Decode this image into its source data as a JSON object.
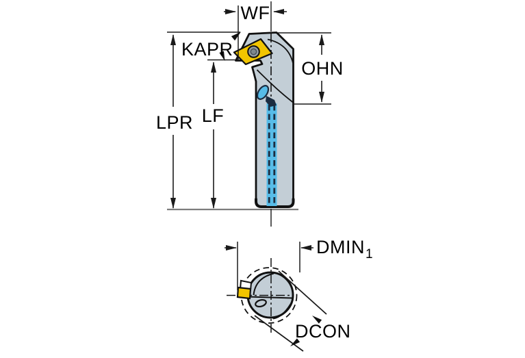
{
  "drawing": {
    "title": "tool-holder-dimension-drawing",
    "labels": {
      "wf": "WF",
      "kapr": "KAPR",
      "ohn": "OHN",
      "lpr": "LPR",
      "lf": "LF",
      "dmin": "DMIN",
      "dmin_subscript": "1",
      "dcon": "DCON"
    }
  },
  "colors": {
    "background": "#ffffff",
    "body_fill": "#c3ced6",
    "outline": "#111111",
    "insert_yellow": "#f2c500",
    "screw_gray": "#939da5",
    "screw_inner": "#7e888f",
    "coolant_light_blue": "#57bce8",
    "coolant_dark_navy": "#1b2c40",
    "baseline_gray": "#7d7d7d",
    "dimension_line": "#1a1a1a"
  }
}
